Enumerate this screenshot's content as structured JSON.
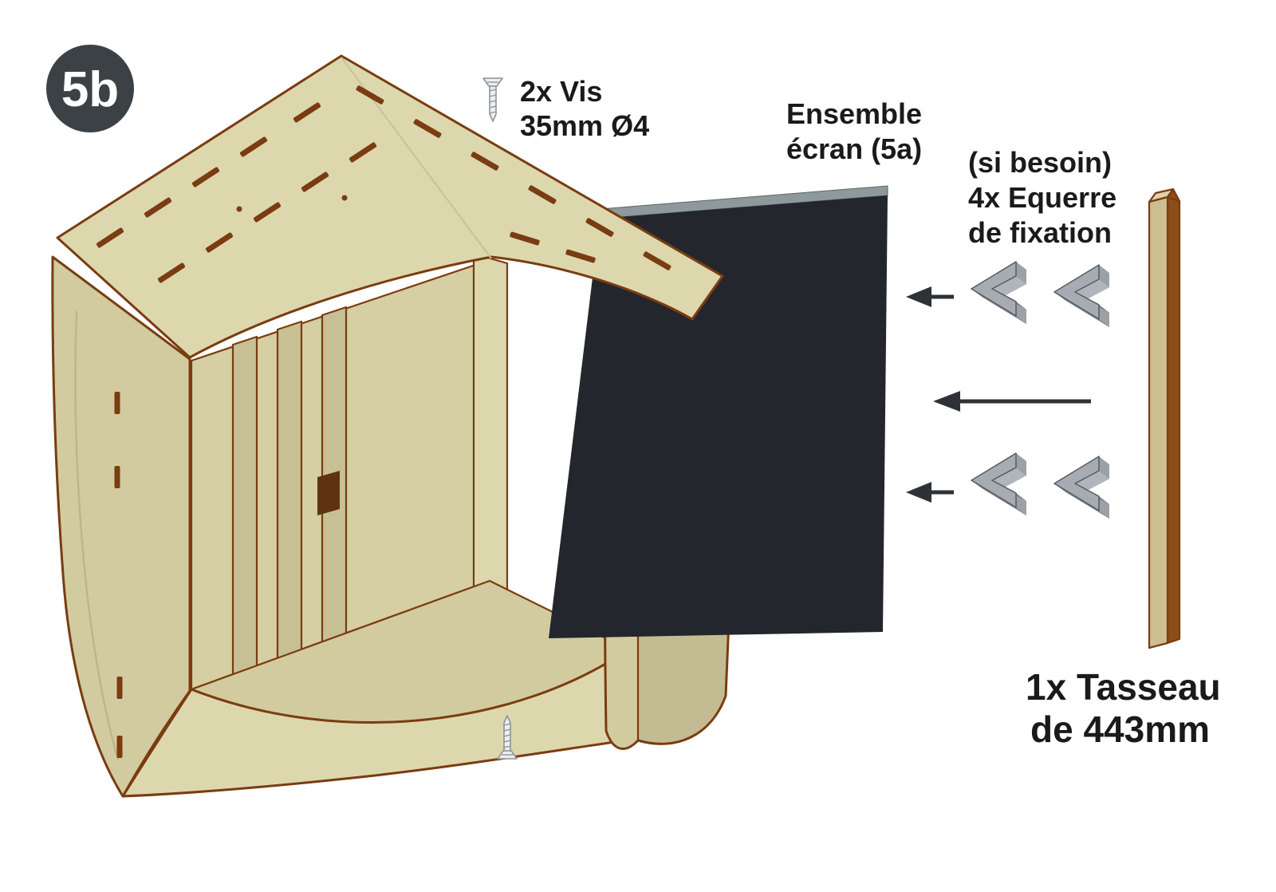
{
  "step_badge": "5b",
  "annotations": {
    "screws": {
      "lines": [
        "2x Vis",
        "35mm Ø4"
      ]
    },
    "screen": {
      "lines": [
        "Ensemble",
        "écran (5a)"
      ]
    },
    "brackets": {
      "lines": [
        "(si besoin)",
        "4x Equerre",
        "de fixation"
      ]
    },
    "tasseau": {
      "lines": [
        "1x Tasseau",
        "de 443mm"
      ]
    }
  },
  "colors": {
    "wood_light": "#ddd7ae",
    "wood_mid": "#d2cba0",
    "wood_dark": "#c3bc92",
    "wood_edge": "#7a3c10",
    "screen_panel": "#23262c",
    "screen_edge": "#8d999b",
    "bracket_gray": "#a6acb2",
    "arrow": "#2e3236",
    "badge_bg": "#3b4144",
    "text": "#1a1a1a"
  }
}
